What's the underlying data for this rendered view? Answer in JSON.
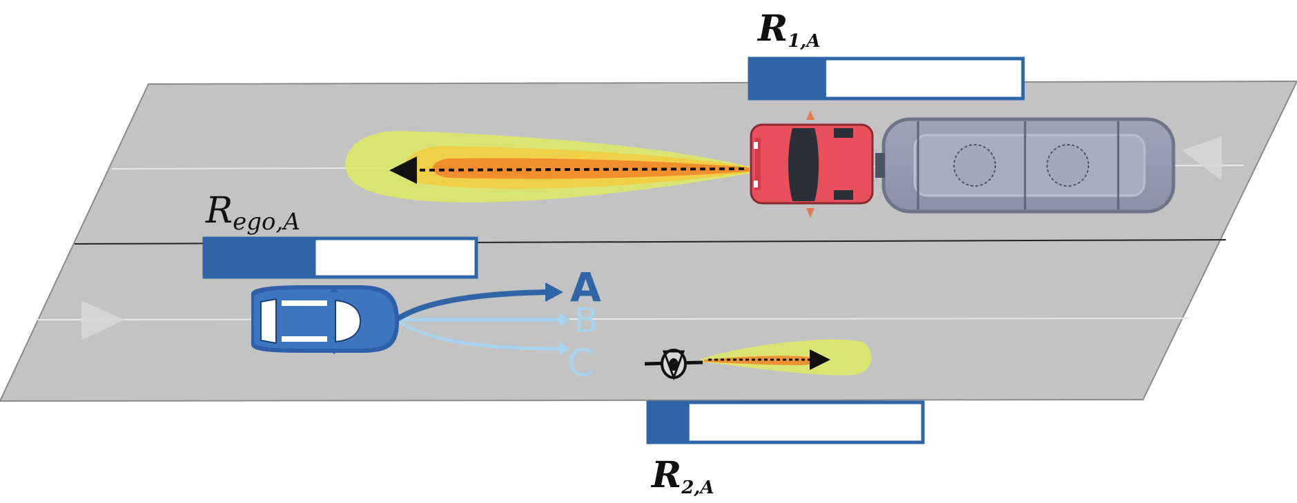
{
  "diagram": {
    "risk_labels": {
      "r1": {
        "base": "R",
        "sub": "1,A"
      },
      "ego": {
        "base": "R",
        "sub": "ego,A"
      },
      "r2": {
        "base": "R",
        "sub": "2,A"
      }
    },
    "options": [
      {
        "label": "A",
        "color": "#2f64a6"
      },
      {
        "label": "B",
        "color": "#a9d4ef"
      },
      {
        "label": "C",
        "color": "#a9d4ef"
      }
    ],
    "risk_bars": [
      {
        "id": "r1",
        "fill_fraction": 0.28
      },
      {
        "id": "ego",
        "fill_fraction": 0.41
      },
      {
        "id": "r2",
        "fill_fraction": 0.15
      }
    ],
    "colors": {
      "road": "#c3c3c3",
      "bar_fill": "#2f64a6",
      "ego_car": "#3d75bf",
      "truck_cab": "#e8505b",
      "risk_outer": "#dde86a",
      "risk_inner": "#f08a2c"
    },
    "icons": [
      "ego-car-icon",
      "truck-icon",
      "cyclist-icon"
    ]
  }
}
